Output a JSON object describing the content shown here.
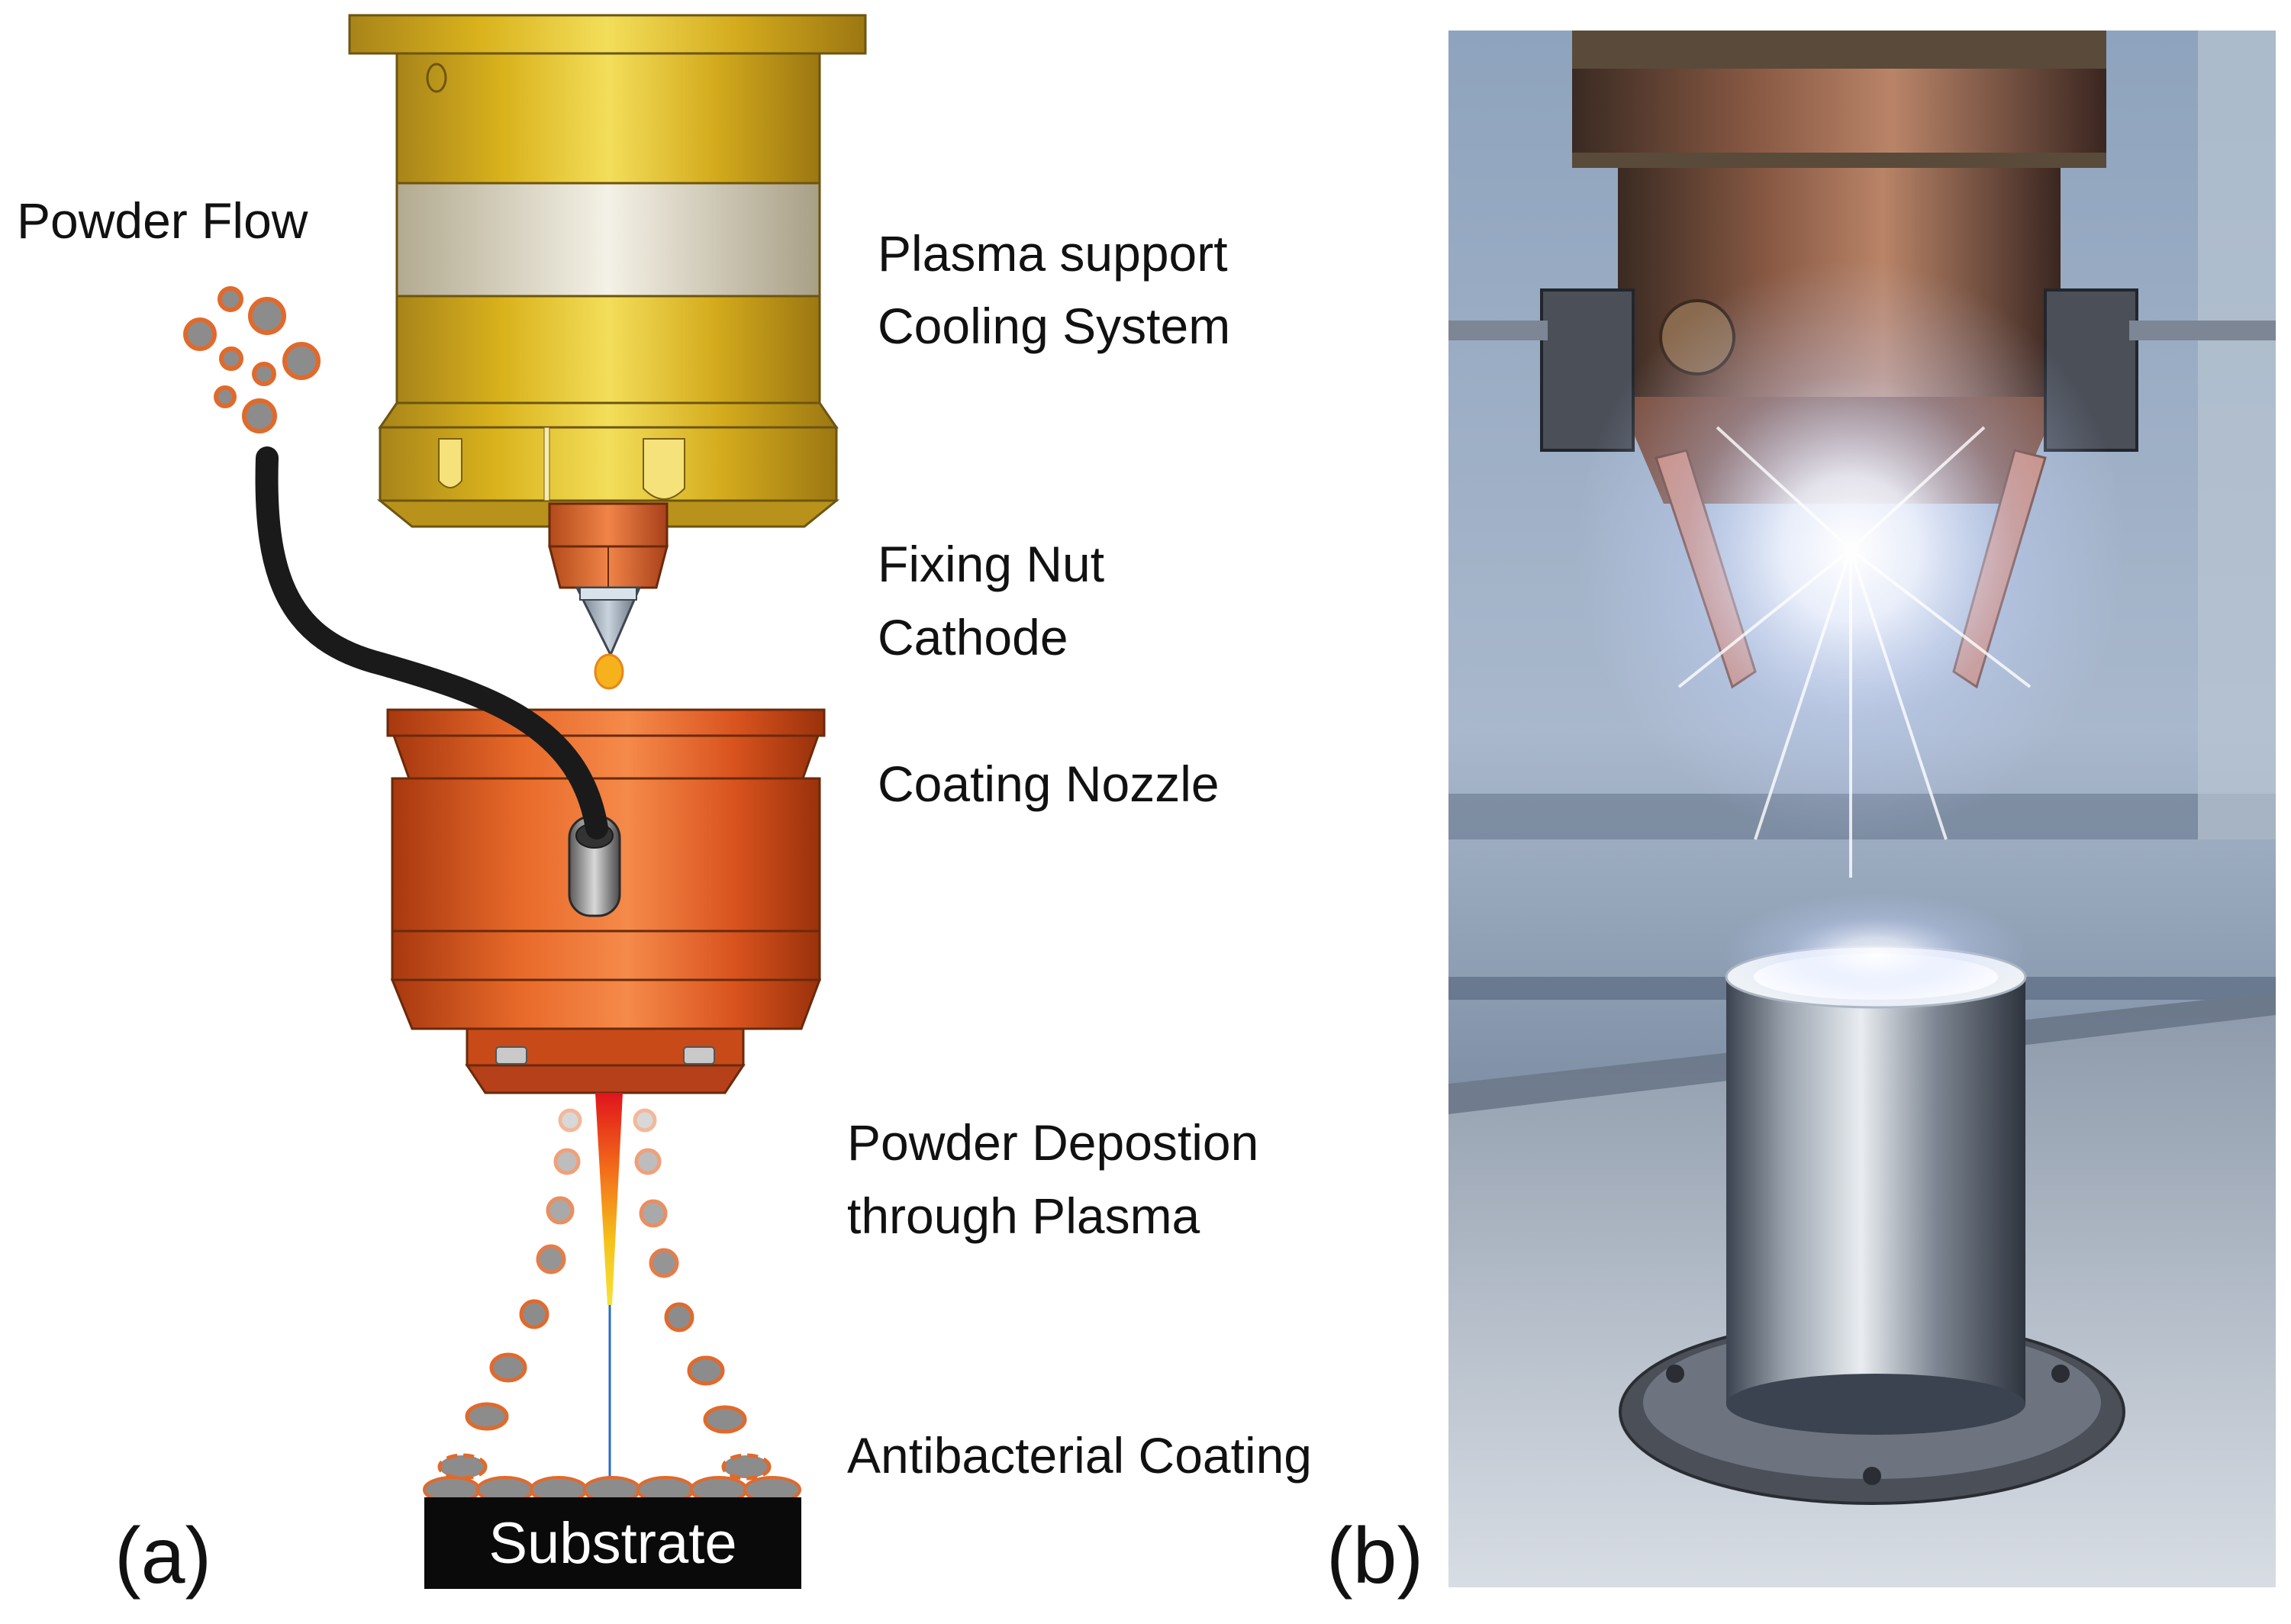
{
  "panel_a": {
    "tag": "(a)",
    "labels": {
      "powder_flow": "Powder Flow",
      "plasma_support_line1": "Plasma support",
      "plasma_support_line2": "Cooling System",
      "fixing_nut": "Fixing Nut",
      "cathode": "Cathode",
      "coating_nozzle": "Coating Nozzle",
      "deposition_line1": "Powder Depostion",
      "deposition_line2": "through Plasma",
      "antibacterial": "Antibacterial Coating",
      "substrate": "Substrate"
    }
  },
  "panel_b": {
    "tag": "(b)"
  },
  "colors": {
    "gold": "#d9b21c",
    "copper": "#d9531e",
    "powder_grey": "#8c8c8c",
    "powder_rim": "#e06a2c",
    "hose": "#1a1a1a",
    "substrate": "#0a0a0a"
  }
}
